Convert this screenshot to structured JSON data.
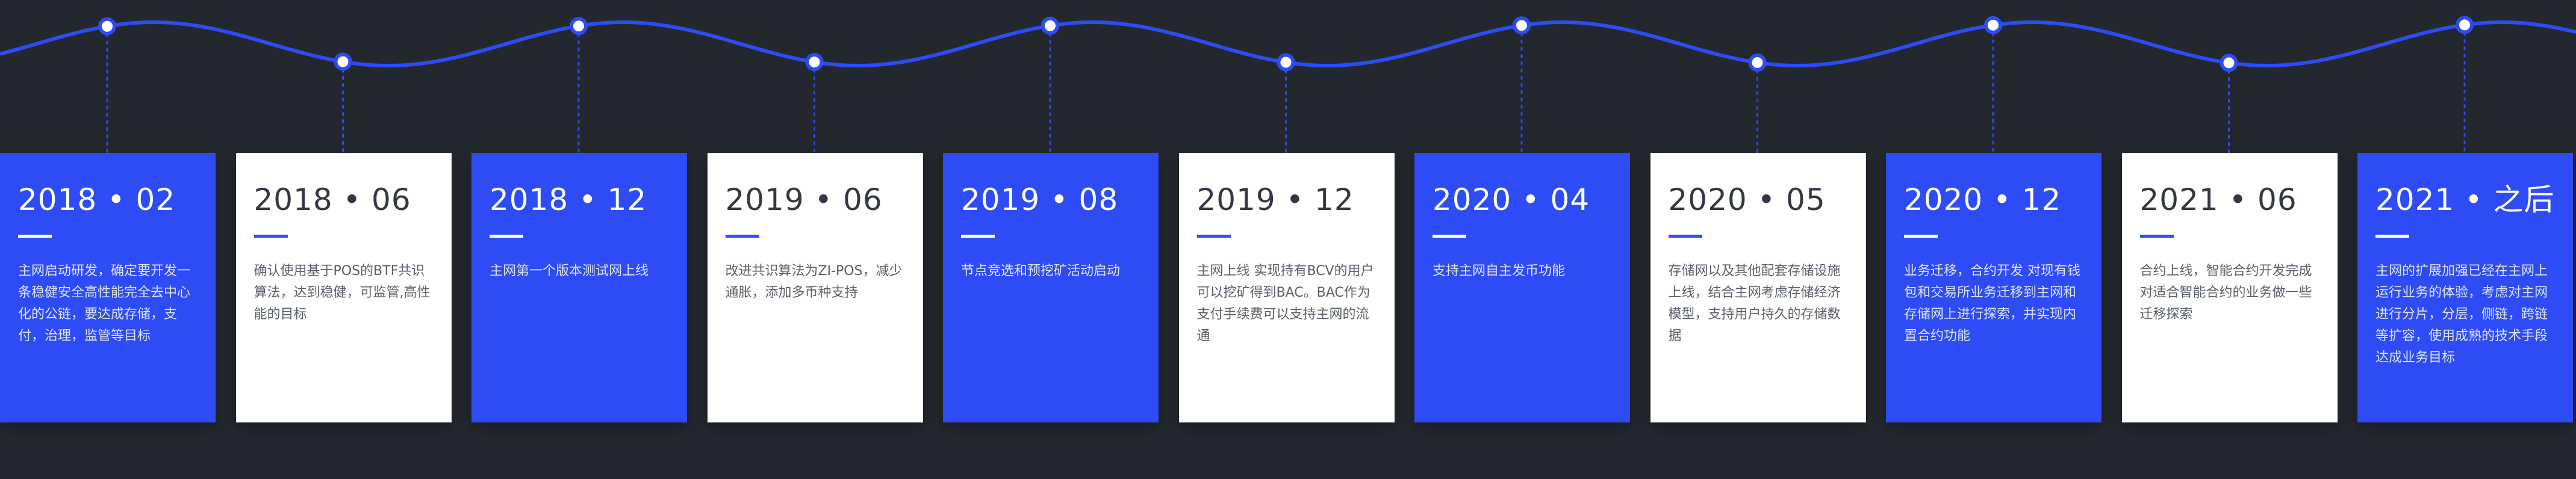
{
  "colors": {
    "background": "#23272e",
    "accent": "#2e4cf5",
    "card_white": "#ffffff",
    "marker_fill": "#ffffff"
  },
  "milestones": [
    {
      "date": "2018 • 02",
      "text": "主网启动研发，确定要开发一条稳健安全高性能完全去中心化的公链，要达成存储，支付，治理，监管等目标",
      "style": "blue"
    },
    {
      "date": "2018 • 06",
      "text": "确认使用基于POS的BTF共识算法，达到稳健，可监管,高性能的目标",
      "style": "white"
    },
    {
      "date": "2018 • 12",
      "text": "主网第一个版本测试网上线",
      "style": "blue"
    },
    {
      "date": "2019 • 06",
      "text": "改进共识算法为ZI-POS，减少通胀，添加多币种支持",
      "style": "white"
    },
    {
      "date": "2019 • 08",
      "text": "节点竞选和预挖矿活动启动",
      "style": "blue"
    },
    {
      "date": "2019 • 12",
      "text": "主网上线  实现持有BCV的用户可以挖矿得到BAC。BAC作为支付手续费可以支持主网的流通",
      "style": "white"
    },
    {
      "date": "2020 • 04",
      "text": "支持主网自主发币功能",
      "style": "blue"
    },
    {
      "date": "2020 • 05",
      "text": "存储网以及其他配套存储设施上线，结合主网考虑存储经济模型，支持用户持久的存储数据",
      "style": "white"
    },
    {
      "date": "2020 • 12",
      "text": "业务迁移，合约开发 对现有钱包和交易所业务迁移到主网和存储网上进行探索，并实现内置合约功能",
      "style": "blue"
    },
    {
      "date": "2021 • 06",
      "text": "合约上线，智能合约开发完成对适合智能合约的业务做一些迁移探索",
      "style": "white"
    },
    {
      "date": "2021 • 之后",
      "text": "主网的扩展加强已经在主网上运行业务的体验，考虑对主网进行分片，分层，侧链，跨链等扩容，使用成熟的技术手段达成业务目标",
      "style": "blue"
    }
  ]
}
